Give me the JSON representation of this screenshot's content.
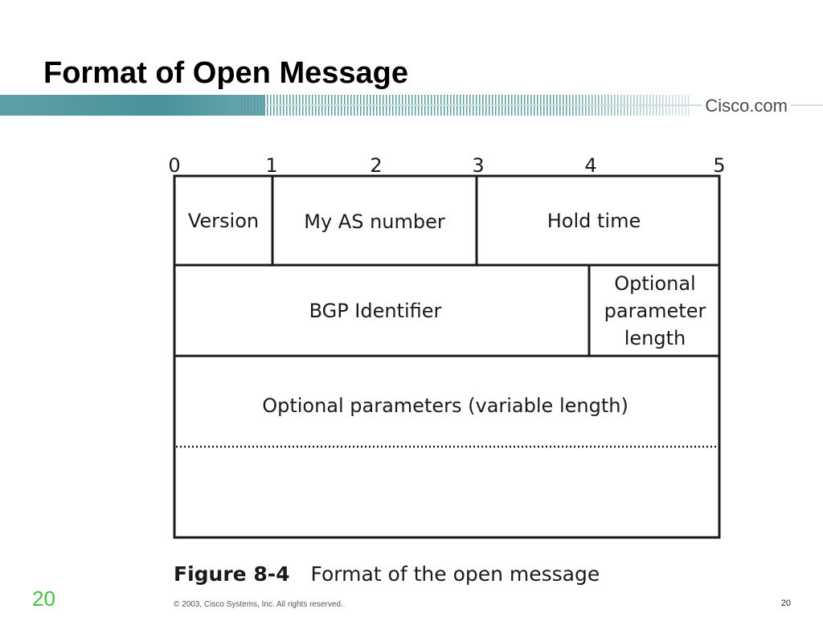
{
  "slide": {
    "title": "Format of Open Message",
    "brand": "Cisco.com",
    "slide_number": "20",
    "footer_copyright": "© 2003, Cisco Systems, Inc. All rights reserved.",
    "footer_page": "20"
  },
  "diagram": {
    "byte_ticks": [
      "0",
      "1",
      "2",
      "3",
      "4",
      "5"
    ],
    "fields": {
      "version": "Version",
      "my_as_number": "My AS number",
      "hold_time": "Hold time",
      "bgp_identifier": "BGP Identifier",
      "opt_param_length": [
        "Optional",
        "parameter",
        "length"
      ],
      "optional_parameters": "Optional parameters (variable length)"
    },
    "caption": {
      "figure_number": "Figure 8-4",
      "text": "Format of the open message"
    }
  },
  "colors": {
    "band_teal": "#4a9199",
    "slide_number_green": "#3fc43a"
  }
}
